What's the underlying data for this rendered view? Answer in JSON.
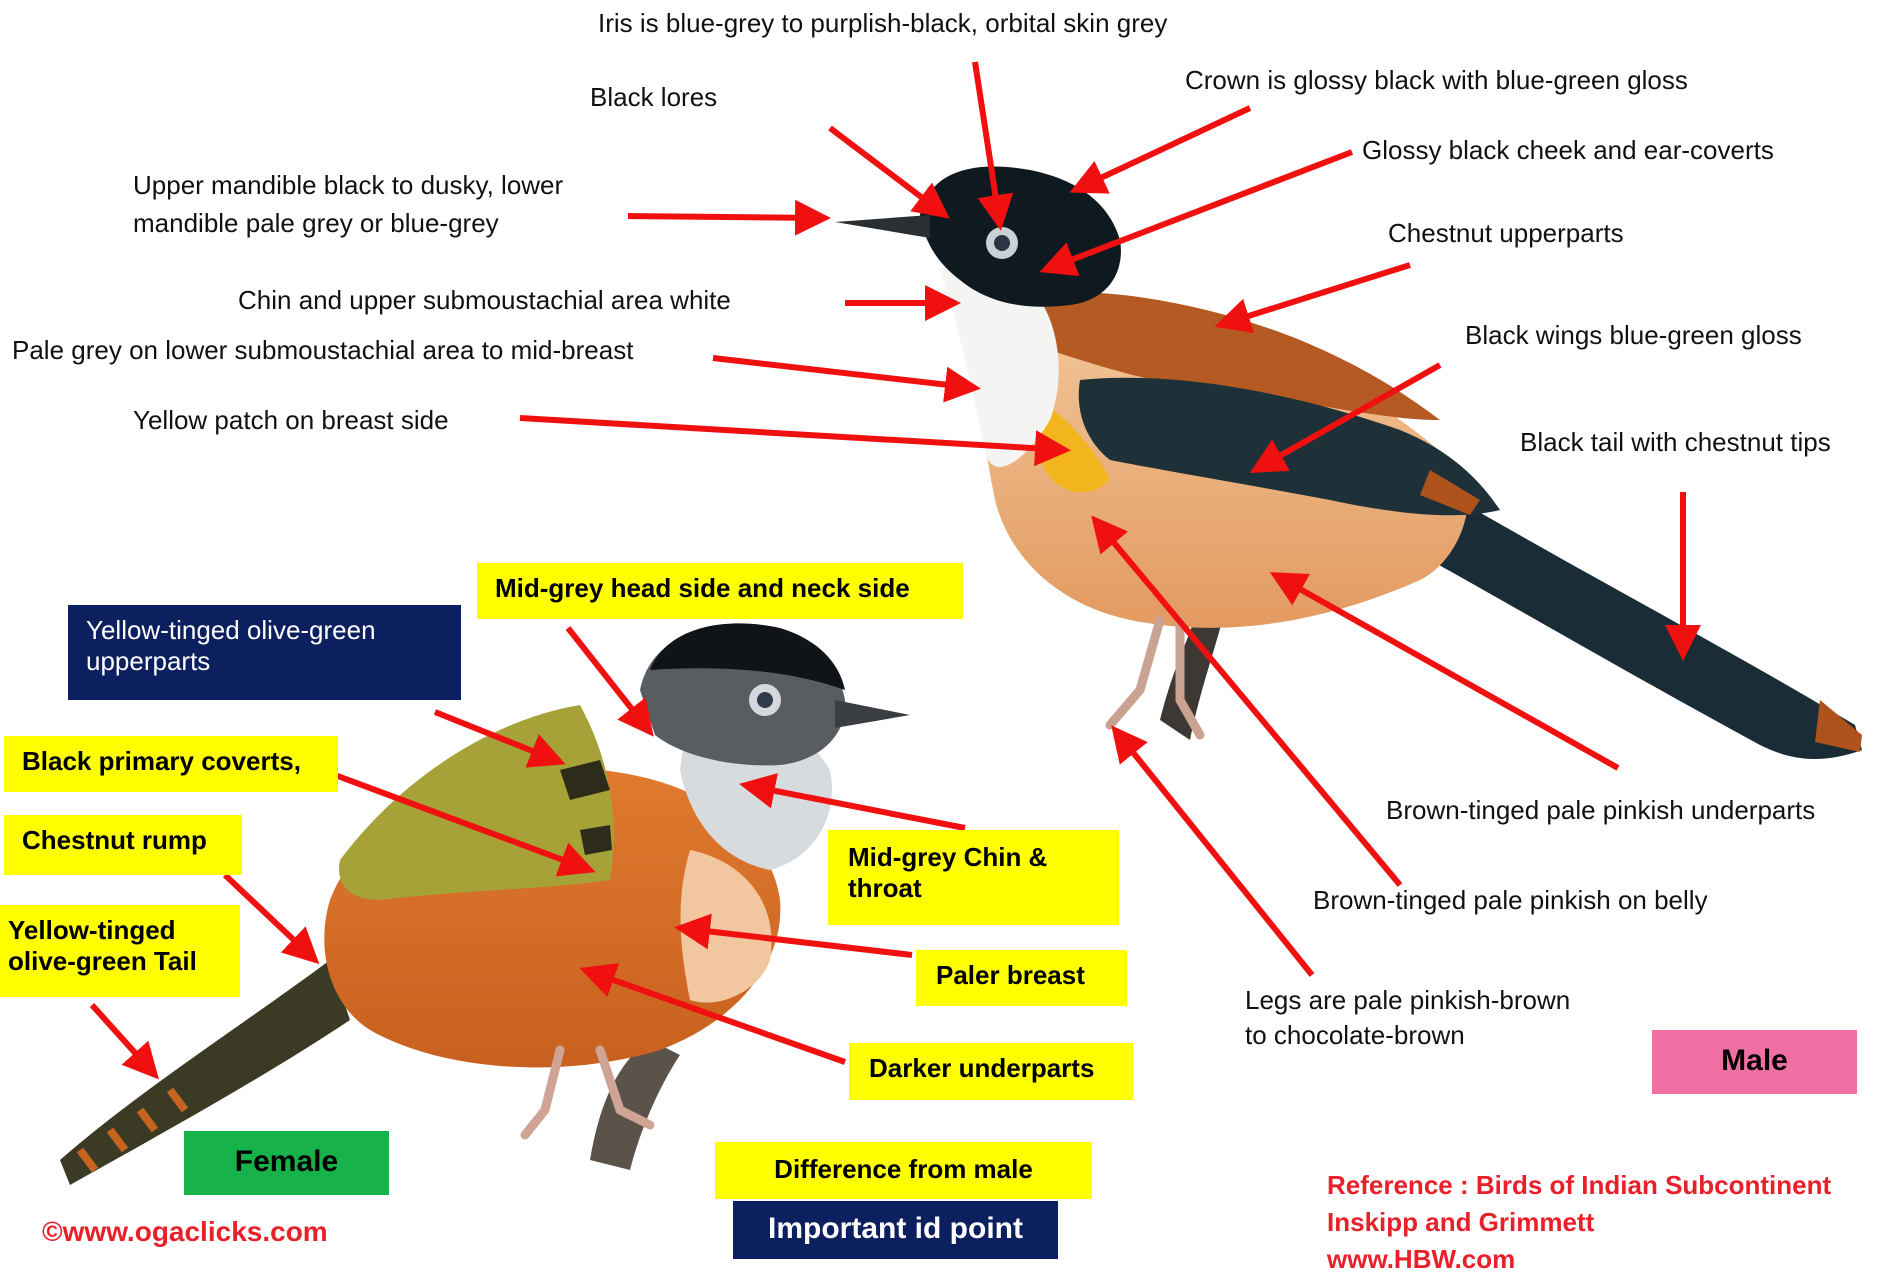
{
  "male_labels": {
    "iris": "Iris is blue-grey to purplish-black, orbital skin grey",
    "lores": "Black lores",
    "crown": "Crown is  glossy black with blue-green gloss",
    "bill_line1": "Upper mandible black to dusky, lower",
    "bill_line2": "mandible pale grey or blue-grey",
    "cheek": "Glossy black cheek and ear-coverts",
    "upperparts": "Chestnut  upperparts",
    "chin": "Chin and upper submoustachial area white",
    "submoustachial": "Pale grey on lower submoustachial area to mid-breast",
    "wings": "Black wings blue-green gloss",
    "yellow_patch": "Yellow patch on breast side",
    "tail": "Black tail with chestnut tips",
    "underparts": "Brown-tinged pale pinkish underparts",
    "belly": "Brown-tinged pale pinkish on belly",
    "legs_line1": "Legs are pale pinkish-brown",
    "legs_line2": "to chocolate-brown"
  },
  "female_labels": {
    "upperparts": "Yellow-tinged olive-green upperparts",
    "head_side": "Mid-grey head side and neck side",
    "coverts": "Black primary coverts,",
    "rump": "Chestnut rump",
    "tail_line1": "Yellow-tinged",
    "tail_line2": "olive-green Tail",
    "chin_line1": "Mid-grey Chin &",
    "chin_line2": "throat",
    "breast": "Paler breast",
    "underparts": "Darker underparts"
  },
  "tags": {
    "male": "Male",
    "female": "Female",
    "difference": "Difference from male",
    "important": "Important  id point"
  },
  "credits": {
    "copyright": "©www.ogaclicks.com",
    "reference_line1": "Reference : Birds of Indian Subcontinent",
    "reference_line2": "Inskipp and Grimmett",
    "reference_line3": "www.HBW.com"
  },
  "colors": {
    "arrow": "#f01010",
    "yellow_box": "#ffff00",
    "navy_box": "#0c1f5e",
    "male_tag": "#f06fa4",
    "female_tag": "#17b34a",
    "reference_text": "#e8202a"
  }
}
